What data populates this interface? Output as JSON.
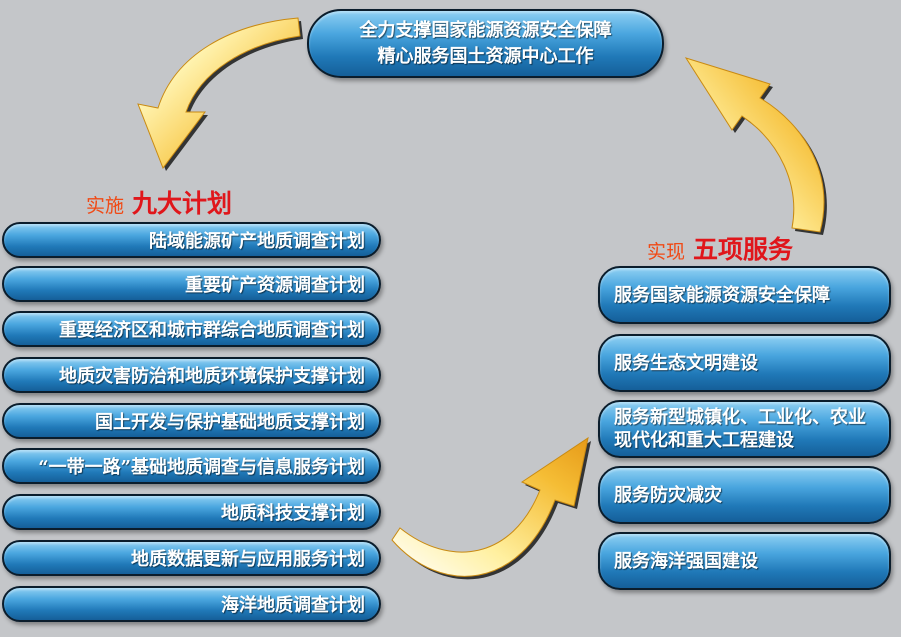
{
  "top_banner": {
    "line1": "全力支撑国家能源资源安全保障",
    "line2": "精心服务国土资源中心工作"
  },
  "plans": {
    "prefix": "实施",
    "title": "九大计划",
    "items": [
      "陆域能源矿产地质调查计划",
      "重要矿产资源调查计划",
      "重要经济区和城市群综合地质调查计划",
      "地质灾害防治和地质环境保护支撑计划",
      "国土开发与保护基础地质支撑计划",
      "“一带一路”基础地质调查与信息服务计划",
      "地质科技支撑计划",
      "地质数据更新与应用服务计划",
      "海洋地质调查计划"
    ]
  },
  "services": {
    "prefix": "实现",
    "title": "五项服务",
    "items": [
      {
        "line1": "服务国家能源资源安全保障",
        "line2": ""
      },
      {
        "line1": "服务生态文明建设",
        "line2": ""
      },
      {
        "line1": "服务新型城镇化、工业化、农业",
        "line2": "现代化和重大工程建设"
      },
      {
        "line1": "服务防灾减灾",
        "line2": ""
      },
      {
        "line1": "服务海洋强国建设",
        "line2": ""
      }
    ]
  },
  "colors": {
    "background": "#c4c6c9",
    "pill_blue": "#2079b8",
    "title_red": "#e0161b",
    "prefix_orange": "#f04a16",
    "arrow_yellow": "#f7c23a"
  },
  "icons": [
    "curved-arrow-top-left",
    "curved-arrow-top-right",
    "curved-arrow-bottom"
  ]
}
